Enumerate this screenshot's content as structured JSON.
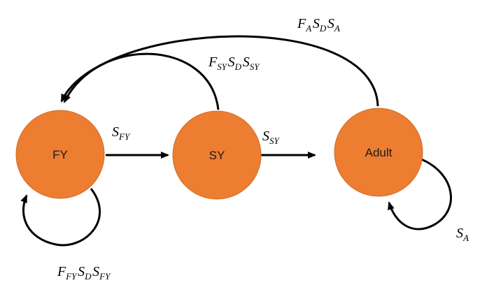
{
  "nodes": {
    "fy": {
      "label": "FY"
    },
    "sy": {
      "label": "SY"
    },
    "adult": {
      "label": "Adult"
    }
  },
  "edges": {
    "fy_to_sy": {
      "terms": [
        [
          "S",
          "FY"
        ]
      ]
    },
    "sy_to_adult": {
      "terms": [
        [
          "S",
          "SY"
        ]
      ]
    },
    "adult_self": {
      "terms": [
        [
          "S",
          "A"
        ]
      ]
    },
    "fy_self": {
      "terms": [
        [
          "F",
          "FY"
        ],
        [
          "S",
          "D"
        ],
        [
          "S",
          "FY"
        ]
      ]
    },
    "sy_to_fy": {
      "terms": [
        [
          "F",
          "SY"
        ],
        [
          "S",
          "D"
        ],
        [
          "S",
          "SY"
        ]
      ]
    },
    "adult_to_fy": {
      "terms": [
        [
          "F",
          "A"
        ],
        [
          "S",
          "D"
        ],
        [
          "S",
          "A"
        ]
      ]
    }
  },
  "colors": {
    "node_fill": "#ED7D31",
    "edge": "#000000"
  }
}
